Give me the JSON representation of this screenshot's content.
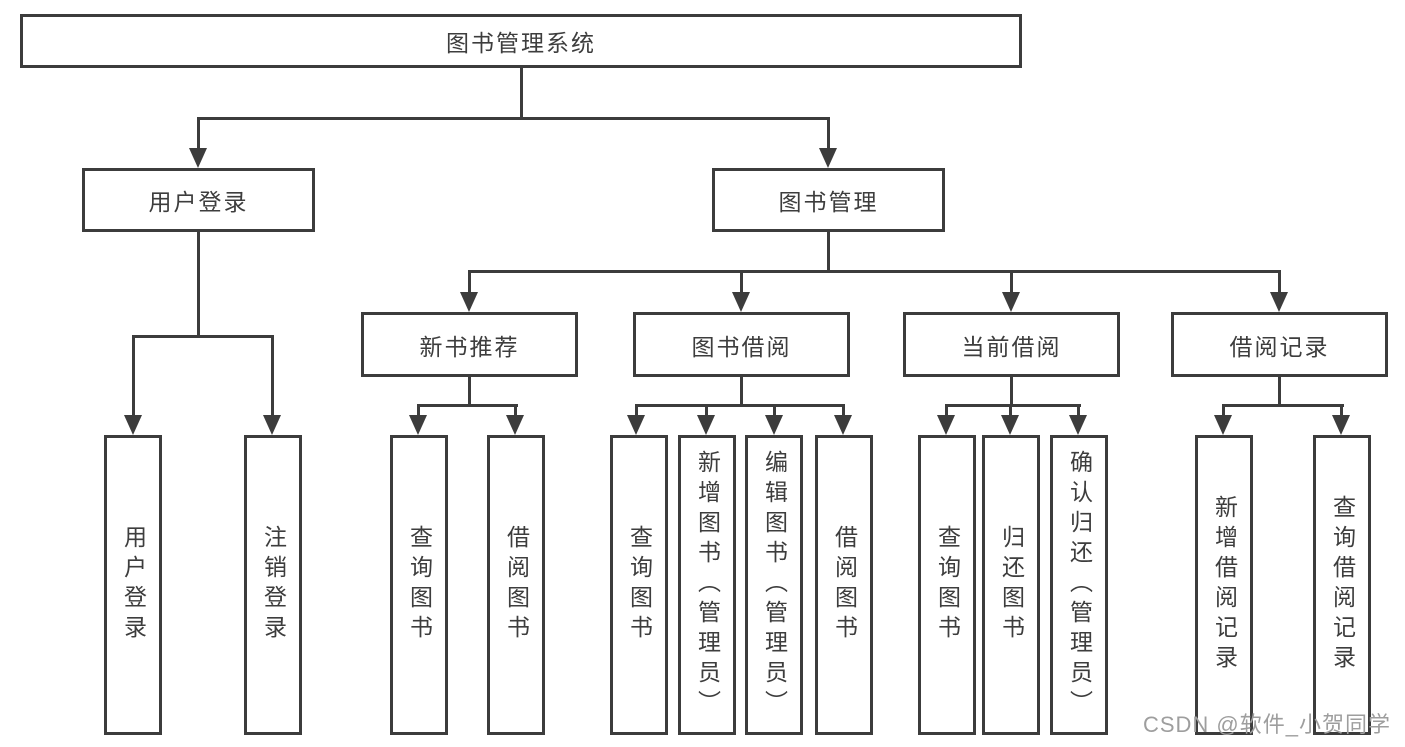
{
  "diagram": {
    "root": {
      "label": "图书管理系统"
    },
    "children": [
      {
        "label": "用户登录",
        "children": [
          {
            "label": "用户登录"
          },
          {
            "label": "注销登录"
          }
        ]
      },
      {
        "label": "图书管理",
        "children": [
          {
            "label": "新书推荐",
            "children": [
              {
                "label": "查询图书"
              },
              {
                "label": "借阅图书"
              }
            ]
          },
          {
            "label": "图书借阅",
            "children": [
              {
                "label": "查询图书"
              },
              {
                "label": "新增图书（管理员）"
              },
              {
                "label": "编辑图书（管理员）"
              },
              {
                "label": "借阅图书"
              }
            ]
          },
          {
            "label": "当前借阅",
            "children": [
              {
                "label": "查询图书"
              },
              {
                "label": "归还图书"
              },
              {
                "label": "确认归还（管理员）"
              }
            ]
          },
          {
            "label": "借阅记录",
            "children": [
              {
                "label": "新增借阅记录"
              },
              {
                "label": "查询借阅记录"
              }
            ]
          }
        ]
      }
    ]
  },
  "watermark": "CSDN @软件_小贺同学",
  "colors": {
    "line": "#3c3c3c",
    "text": "#3d3d3d",
    "watermark": "#9e9e9e",
    "background": "#ffffff"
  }
}
